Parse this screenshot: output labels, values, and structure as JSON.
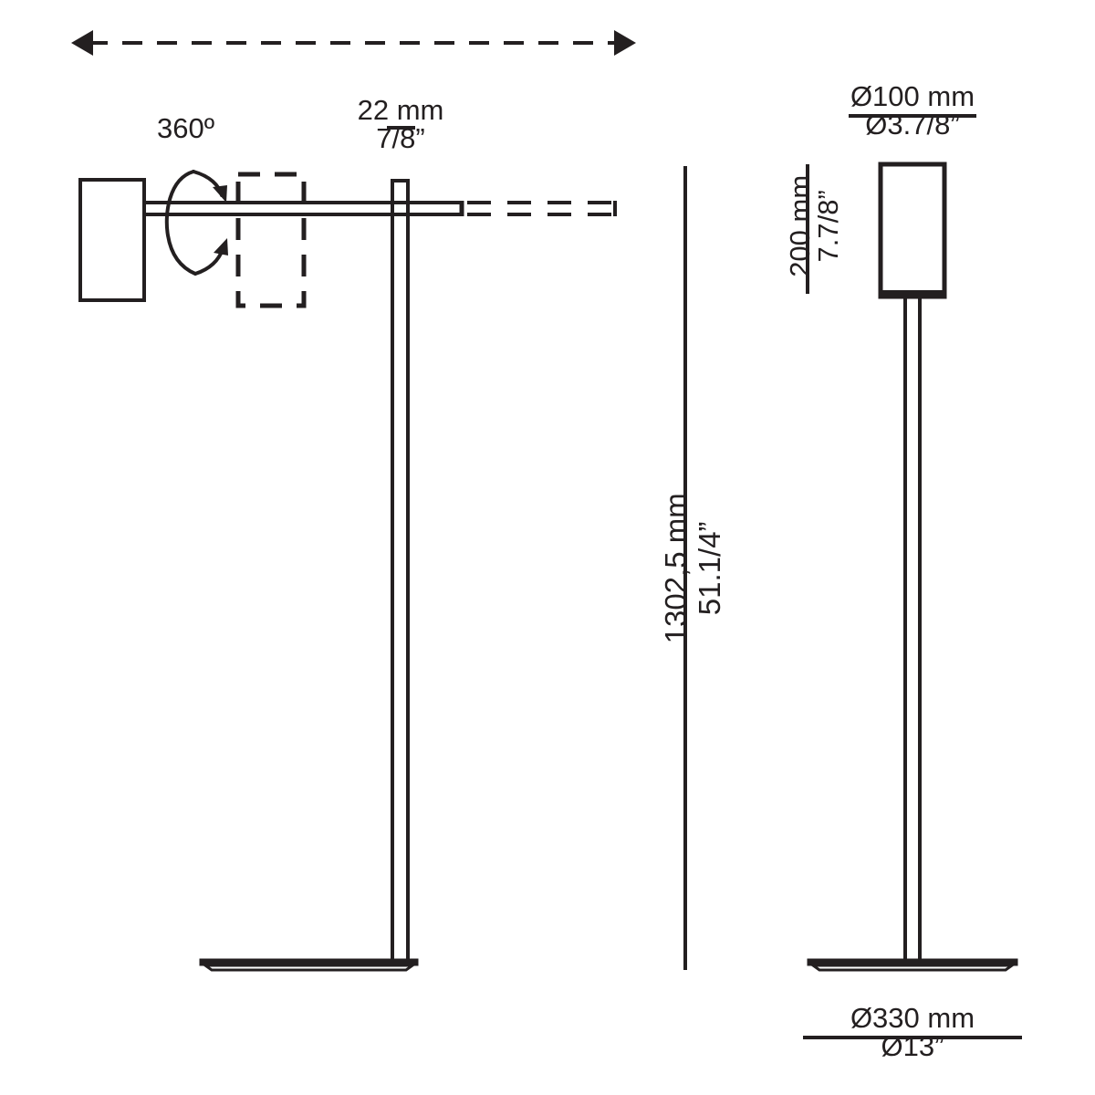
{
  "drawing": {
    "title": "Floor lamp technical dimension drawing",
    "units_primary": "mm",
    "units_secondary": "inches",
    "line_color": "#231f20",
    "background_color": "#ffffff"
  },
  "annotations": {
    "rotation": {
      "label": "360º",
      "icon": "rotation-arrow-icon"
    },
    "arm_thickness": {
      "metric": "22 mm",
      "imperial": "7/8”"
    },
    "shade_diameter": {
      "metric": "Ø100 mm",
      "imperial": "Ø3.7/8”"
    },
    "shade_height": {
      "metric": "200 mm",
      "imperial": "7.7/8”"
    },
    "total_height": {
      "metric": "1302,5 mm",
      "imperial": "51.1/4”"
    },
    "base_diameter": {
      "metric": "Ø330 mm",
      "imperial": "Ø13”"
    }
  },
  "views": {
    "side": {
      "name": "side-elevation-view",
      "parts": [
        "wall-mount-box",
        "horizontal-arm",
        "vertical-post",
        "base-plate",
        "adjustable-head-phantom"
      ]
    },
    "front": {
      "name": "front-elevation-view",
      "parts": [
        "cylindrical-shade",
        "vertical-post",
        "base-plate"
      ]
    }
  }
}
